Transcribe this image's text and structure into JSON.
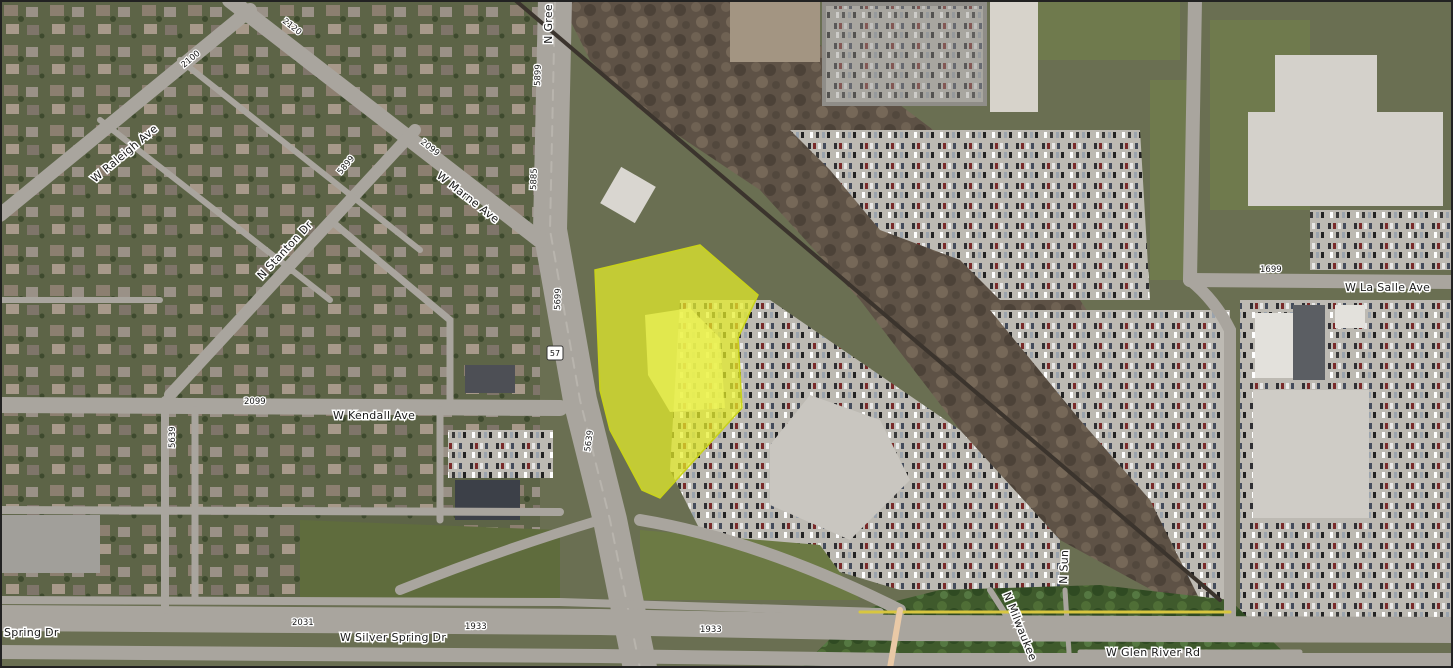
{
  "map": {
    "colors": {
      "border": "#222222",
      "highlight_fill": "#e6ee2a",
      "highlight_stroke": "#c9d21a",
      "road": "#a9a59e",
      "parking_lot": "#bdbab3",
      "roof": "#cfccc6",
      "woods": "#5e5246",
      "grass": "#6f7a4d",
      "residential": "#5d6447"
    },
    "streets": {
      "raleigh_ave": "W Raleigh Ave",
      "marne_ave": "W Marne Ave",
      "stanton_dr": "N Stanton Dr",
      "kendall_ave": "W Kendall Ave",
      "la_salle_ave": "W La Salle Ave",
      "silver_spring_dr": "W Silver Spring Dr",
      "spring_dr": "Spring Dr",
      "milwaukee": "N Milwaukee",
      "sun": "N Sun",
      "glen_river_rd": "W Glen River Rd",
      "green_bay": "N Gree"
    },
    "addresses": {
      "a2100": "2100",
      "a2120": "2120",
      "a2099_marne": "2099",
      "a5899_stanton": "5899",
      "a5899_green": "5899",
      "a5885": "5885",
      "a5699": "5699",
      "a2099_kendall": "2099",
      "a5639_left": "5639",
      "a5639_right": "5639",
      "a2031": "2031",
      "a1933_left": "1933",
      "a1933_right": "1933",
      "a1699": "1699"
    },
    "highway_shield": "57",
    "highlighted_parcel": {
      "shape": "polygon",
      "opacity_percent": 70
    }
  }
}
